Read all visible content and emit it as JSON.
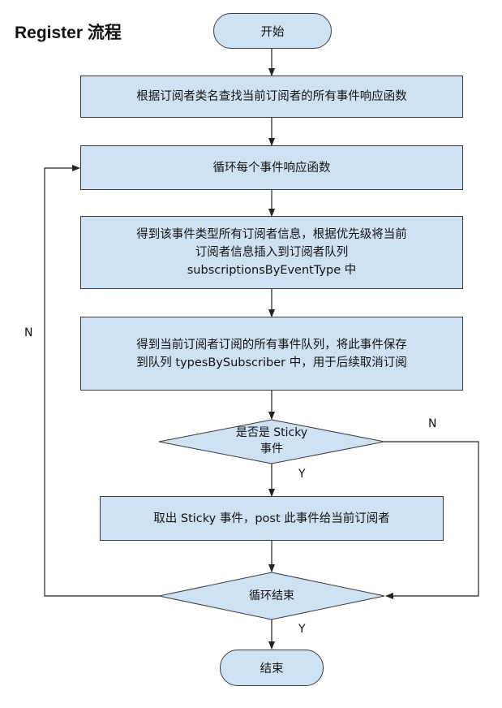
{
  "title": "Register 流程",
  "start": "开始",
  "end": "结束",
  "steps": {
    "find_handlers": "根据订阅者类名查找当前订阅者的所有事件响应函数",
    "loop_handlers": "循环每个事件响应函数",
    "insert_line1": "得到该事件类型所有订阅者信息，根据优先级将当前",
    "insert_line2": "订阅者信息插入到订阅者队列",
    "insert_line3": "subscriptionsByEventType 中",
    "save_line1": "得到当前订阅者订阅的所有事件队列，将此事件保存",
    "save_line2": "到队列 typesBySubscriber 中，用于后续取消订阅",
    "post_sticky": "取出 Sticky 事件，post 此事件给当前订阅者"
  },
  "decisions": {
    "is_sticky_line1": "是否是 Sticky",
    "is_sticky_line2": "事件",
    "loop_end": "循环结束"
  },
  "edge_labels": {
    "yes": "Y",
    "no": "N"
  },
  "colors": {
    "node_fill": "#cfe2f3",
    "node_stroke": "#3a3a3a",
    "line": "#222222"
  }
}
